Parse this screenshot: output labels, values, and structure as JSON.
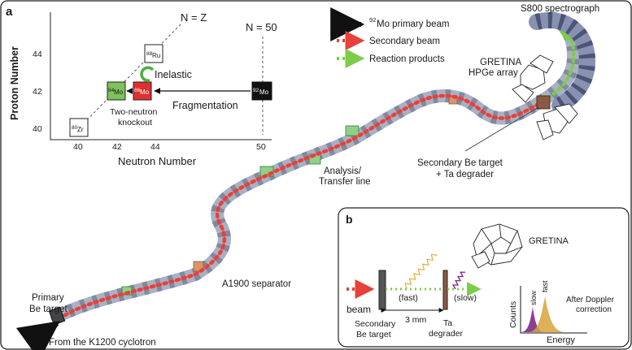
{
  "panels": {
    "a": "a",
    "b": "b"
  },
  "chart": {
    "nz": "N = Z",
    "n50": "N = 50",
    "ylabel": "Proton Number",
    "xlabel": "Neutron Number",
    "yticks": [
      "44",
      "42",
      "40"
    ],
    "xticks": [
      "40",
      "42",
      "44",
      "50"
    ],
    "cells": {
      "ru": {
        "mass": "88",
        "el": "Ru"
      },
      "mo84": {
        "mass": "84",
        "el": "Mo"
      },
      "mo86": {
        "mass": "86",
        "el": "Mo"
      },
      "mo92": {
        "mass": "92",
        "el": "Mo"
      },
      "zr": {
        "mass": "80",
        "el": "Zr"
      }
    },
    "inelastic": "Inelastic",
    "fragmentation": "Fragmentation",
    "knockout1": "Two-neutron",
    "knockout2": "knockout"
  },
  "legend": {
    "primary_mass": "92",
    "primary_rest": "Mo primary beam",
    "secondary": "Secondary beam",
    "products": "Reaction products"
  },
  "labels": {
    "s800": "S800 spectrograph",
    "gretina1": "GRETINA",
    "gretina2": "HPGe array",
    "analysis1": "Analysis/",
    "analysis2": "Transfer line",
    "betarget1": "Secondary Be target",
    "betarget2": "+ Ta degrader",
    "a1900": "A1900 separator",
    "primary1": "Primary",
    "primary2": "Be target",
    "cyclotron": "From the K1200 cyclotron"
  },
  "inset": {
    "gretina": "GRETINA",
    "beam": "beam",
    "fast": "(fast)",
    "slow_pos": "(slow)",
    "dist": "3 mm",
    "sec1": "Secondary",
    "sec2": "Be target",
    "ta1": "Ta",
    "ta2": "degrader",
    "counts": "Counts",
    "energy": "Energy",
    "slow": "slow",
    "fastpk": "fast",
    "doppler1": "After Doppler",
    "doppler2": "correction"
  },
  "colors": {
    "secondary": "#e8403a",
    "products": "#7ccc4a",
    "mo84": "#7dc25a",
    "mo86": "#e03030",
    "mo92": "#111111",
    "inelastic": "#4caf3f",
    "beamline": "#9aa3b8",
    "slowpeak": "#7a2c8a",
    "fastpeak": "#d8a23a"
  }
}
